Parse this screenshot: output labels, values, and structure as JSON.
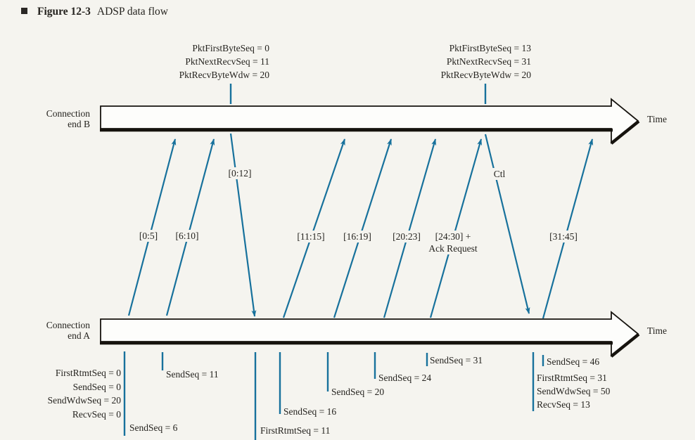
{
  "figure_header": {
    "bullet": "■",
    "label": "Figure 12-3",
    "title": "ADSP data flow"
  },
  "colors": {
    "arrow_teal": "#17719c",
    "ink": "#25231f",
    "page_bg": "#f5f4ef"
  },
  "timeline_b": {
    "label_line1": "Connection",
    "label_line2": "end B",
    "time_label": "Time"
  },
  "timeline_a": {
    "label_line1": "Connection",
    "label_line2": "end A",
    "time_label": "Time"
  },
  "annotations_top": [
    {
      "lines": [
        "PktFirstByteSeq = 0",
        "PktNextRecvSeq = 11",
        "PktRecvByteWdw = 20"
      ]
    },
    {
      "lines": [
        "PktFirstByteSeq = 13",
        "PktNextRecvSeq = 31",
        "PktRecvByteWdw = 20"
      ]
    }
  ],
  "packet_labels": {
    "p0_5": "[0:5]",
    "p6_10": "[6:10]",
    "p0_12": "[0:12]",
    "p11_15": "[11:15]",
    "p16_19": "[16:19]",
    "p20_23": "[20:23]",
    "p24_30_line1": "[24:30] +",
    "p24_30_line2": "Ack Request",
    "ctl": "Ctl",
    "p31_45": "[31:45]"
  },
  "annotations_bottom": {
    "start_block": [
      "FirstRtmtSeq = 0",
      "SendSeq = 0",
      "SendWdwSeq = 20",
      "RecvSeq = 0"
    ],
    "sendseq_6": "SendSeq = 6",
    "sendseq_11": "SendSeq = 11",
    "firstrtmtseq_11": "FirstRtmtSeq = 11",
    "sendseq_16": "SendSeq = 16",
    "sendseq_20": "SendSeq = 20",
    "sendseq_24": "SendSeq = 24",
    "sendseq_31": "SendSeq = 31",
    "sendseq_46": "SendSeq = 46",
    "end_block": [
      "FirstRtmtSeq = 31",
      "SendWdwSeq = 50",
      "RecvSeq = 13"
    ]
  }
}
